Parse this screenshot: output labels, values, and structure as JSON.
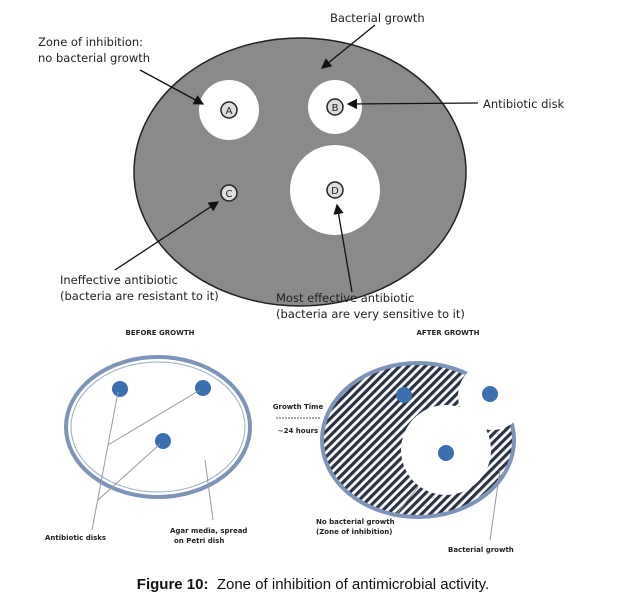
{
  "top": {
    "bacterial_growth": "Bacterial growth",
    "zone_line1": "Zone of inhibition:",
    "zone_line2": "no bacterial growth",
    "antibiotic_disk": "Antibiotic disk",
    "ineffective_line1": "Ineffective antibiotic",
    "ineffective_line2": "(bacteria are resistant to it)",
    "effective_line1": "Most effective antibiotic",
    "effective_line2": "(bacteria are very sensitive to it)",
    "disks": [
      "A",
      "B",
      "C",
      "D"
    ]
  },
  "bottom": {
    "before_title": "BEFORE GROWTH",
    "after_title": "AFTER GROWTH",
    "growth_time": "Growth Time",
    "hours": "~24 hours",
    "antibiotic_disks": "Antibiotic disks",
    "agar_line1": "Agar media, spread",
    "agar_line2": "on Petri dish",
    "no_growth_line1": "No bacterial growth",
    "no_growth_line2": "(Zone of inhibition)",
    "bacterial_growth": "Bacterial growth"
  },
  "caption": {
    "label": "Figure 10:",
    "text": "Zone of inhibition of antimicrobial activity."
  },
  "colors": {
    "dish": "#8a8a8a",
    "disk_blue": "#3b6fb0",
    "rim": "#7d93b8"
  }
}
